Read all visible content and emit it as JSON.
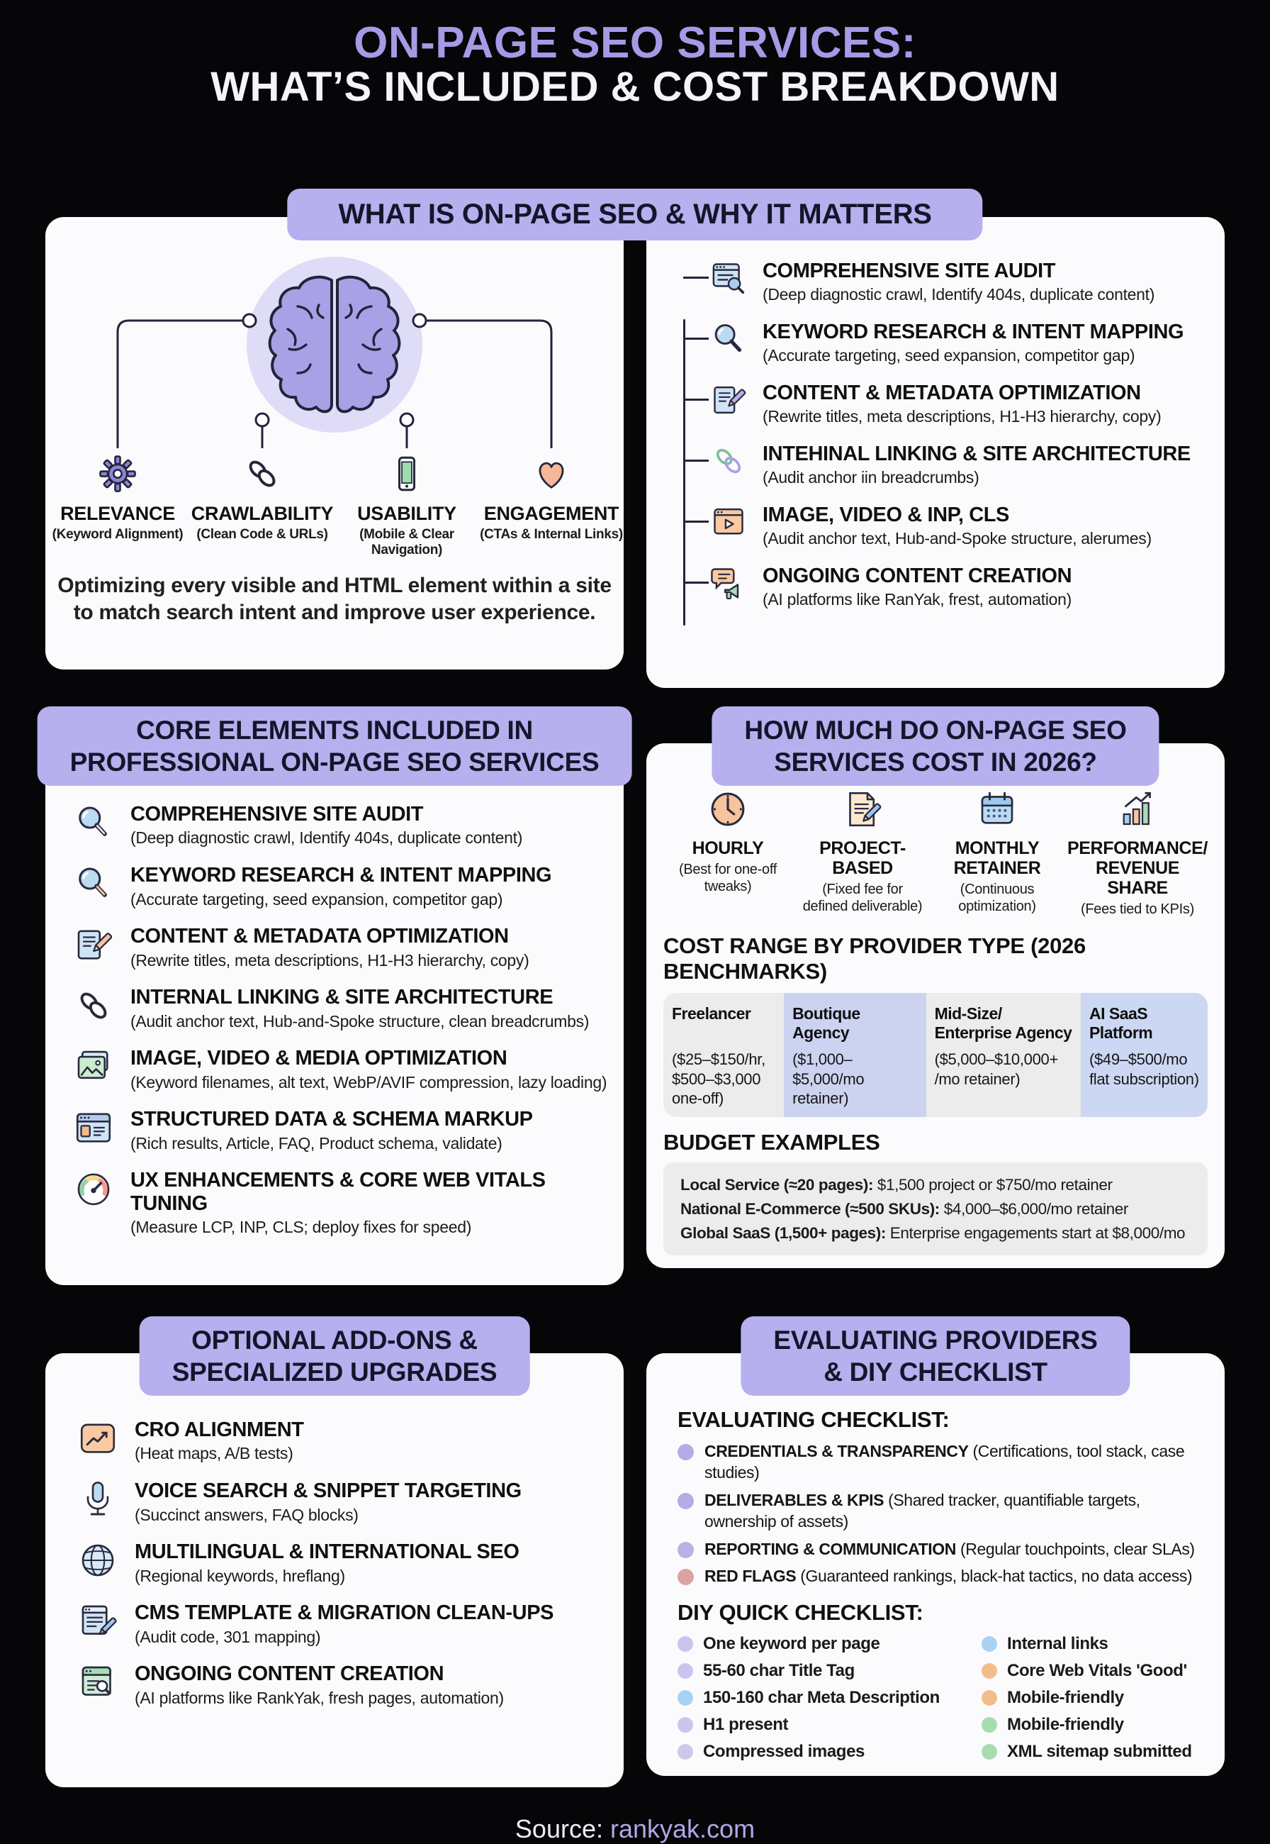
{
  "colors": {
    "accent_purple": "#b6b0ee",
    "title_purple": "#a49ae6",
    "link_purple": "#b3a6e8",
    "table_gray": "#ececec",
    "table_blue": "#ccd3f1",
    "dot_purple": "#b3ace5",
    "dot_lavender": "#c9c5ee",
    "dot_pink": "#dca3a3",
    "dot_blue": "#a9d2f2",
    "dot_orange": "#f4bc8a",
    "dot_green": "#a8dcb0"
  },
  "page": {
    "title_line1": "ON-PAGE SEO SERVICES:",
    "title_line2": "WHAT’S INCLUDED & COST BREAKDOWN",
    "footer_prefix": "Source: ",
    "footer_link": "rankyak.com"
  },
  "s1": {
    "banner": "WHAT IS ON-PAGE SEO & WHY IT MATTERS",
    "left": {
      "factors": [
        {
          "icon": "gear-icon",
          "label": "RELEVANCE",
          "sub": "(Keyword Alignment)"
        },
        {
          "icon": "chain-icon",
          "label": "CRAWLABILITY",
          "sub": "(Clean Code & URLs)"
        },
        {
          "icon": "phone-icon",
          "label": "USABILITY",
          "sub": "(Mobile & Clear Navigation)"
        },
        {
          "icon": "heart-icon",
          "label": "ENGAGEMENT",
          "sub": "(CTAs & Internal Links)"
        }
      ],
      "description_line1": "Optimizing every visible and HTML element within a site",
      "description_line2": "to match search intent and improve user experience."
    },
    "right": {
      "items": [
        {
          "icon": "browser-audit-icon",
          "title": "COMPREHENSIVE SITE AUDIT",
          "sub": "(Deep diagnostic crawl, Identify 404s, duplicate content)"
        },
        {
          "icon": "magnifier-icon",
          "title": "KEYWORD RESEARCH & INTENT MAPPING",
          "sub": "(Accurate targeting, seed expansion, competitor gap)"
        },
        {
          "icon": "note-pencil-icon",
          "title": "CONTENT & METADATA OPTIMIZATION",
          "sub": "(Rewrite titles, meta descriptions, H1-H3 hierarchy, copy)"
        },
        {
          "icon": "chain-links-icon",
          "title": "INTEHINAL LINKING & SITE ARCHITECTURE",
          "sub": "(Audit anchor iin breadcrumbs)"
        },
        {
          "icon": "video-player-icon",
          "title": "IMAGE, VIDEO & INP, CLS",
          "sub": "(Audit anchor text, Hub-and-Spoke structure, alerumes)"
        },
        {
          "icon": "chat-megaphone-icon",
          "title": "ONGOING CONTENT CREATION",
          "sub": "(AI platforms like RanYak, frest, automation)"
        }
      ]
    }
  },
  "s2": {
    "banner_line1": "CORE ELEMENTS INCLUDED IN",
    "banner_line2": "PROFESSIONAL ON-PAGE SEO SERVICES",
    "items": [
      {
        "icon": "magnifier-icon",
        "title": "COMPREHENSIVE SITE AUDIT",
        "sub": "(Deep diagnostic crawl, Identify 404s, duplicate content)"
      },
      {
        "icon": "magnifier-icon",
        "title": "KEYWORD RESEARCH & INTENT MAPPING",
        "sub": "(Accurate targeting, seed expansion, competitor gap)"
      },
      {
        "icon": "note-pencil-icon",
        "title": "CONTENT & METADATA OPTIMIZATION",
        "sub": "(Rewrite titles, meta descriptions, H1-H3 hierarchy, copy)"
      },
      {
        "icon": "chain-links-icon",
        "title": "INTERNAL LINKING & SITE ARCHITECTURE",
        "sub": "(Audit anchor text, Hub-and-Spoke structure, clean breadcrumbs)"
      },
      {
        "icon": "photos-icon",
        "title": "IMAGE, VIDEO & MEDIA OPTIMIZATION",
        "sub": "(Keyword filenames, alt text, WebP/AVIF compression, lazy loading)"
      },
      {
        "icon": "schema-browser-icon",
        "title": "STRUCTURED DATA & SCHEMA MARKUP",
        "sub": "(Rich results, Article, FAQ, Product schema, validate)"
      },
      {
        "icon": "gauge-icon",
        "title": "UX ENHANCEMENTS & CORE WEB VITALS TUNING",
        "sub": "(Measure LCP, INP, CLS; deploy fixes for speed)"
      }
    ]
  },
  "s3": {
    "banner_line1": "HOW MUCH DO ON-PAGE SEO",
    "banner_line2": "SERVICES COST IN 2026?",
    "models": [
      {
        "icon": "clock-icon",
        "label": "HOURLY",
        "sub": "(Best for one-off tweaks)"
      },
      {
        "icon": "document-pencil-icon",
        "label": "PROJECT-BASED",
        "sub": "(Fixed fee for defined deliverable)"
      },
      {
        "icon": "calendar-icon",
        "label": "MONTHLY RETAINER",
        "sub": "(Continuous optimization)"
      },
      {
        "icon": "growth-chart-icon",
        "label": "PERFORMANCE/ REVENUE SHARE",
        "sub": "(Fees tied to KPIs)"
      }
    ],
    "cost_range_title": "COST RANGE BY PROVIDER TYPE (2026 BENCHMARKS)",
    "providers": [
      {
        "name": "Freelancer",
        "price": "($25–$150/hr, $500–$3,000 one-off)"
      },
      {
        "name": "Boutique Agency",
        "price": "($1,000–$5,000/mo retainer)"
      },
      {
        "name": "Mid-Size/ Enterprise Agency",
        "price": "($5,000–$10,000+ /mo retainer)"
      },
      {
        "name": "AI SaaS Platform",
        "price": "($49–$500/mo flat subscription)"
      }
    ],
    "budget_title": "BUDGET EXAMPLES",
    "budget_examples": [
      {
        "lead": "Local Service (≈20 pages):",
        "rest": " $1,500 project or $750/mo retainer"
      },
      {
        "lead": "National E-Commerce (≈500 SKUs):",
        "rest": " $4,000–$6,000/mo retainer"
      },
      {
        "lead": "Global SaaS (1,500+ pages):",
        "rest": " Enterprise engagements start at $8,000/mo"
      }
    ]
  },
  "s4": {
    "banner_line1": "OPTIONAL ADD-ONS &",
    "banner_line2": "SPECIALIZED UPGRADES",
    "items": [
      {
        "icon": "cro-chart-icon",
        "title": "CRO ALIGNMENT",
        "sub": "(Heat maps, A/B tests)"
      },
      {
        "icon": "microphone-icon",
        "title": "VOICE SEARCH & SNIPPET TARGETING",
        "sub": "(Succinct answers, FAQ blocks)"
      },
      {
        "icon": "globe-icon",
        "title": "MULTILINGUAL & INTERNATIONAL SEO",
        "sub": "(Regional keywords, hreflang)"
      },
      {
        "icon": "cms-doc-icon",
        "title": "CMS TEMPLATE & MIGRATION CLEAN-UPS",
        "sub": "(Audit code, 301 mapping)"
      },
      {
        "icon": "browser-search-icon",
        "title": "ONGOING CONTENT CREATION",
        "sub": "(AI platforms like RankYak, fresh pages, automation)"
      }
    ]
  },
  "s5": {
    "banner_line1": "EVALUATING PROVIDERS",
    "banner_line2": "& DIY CHECKLIST",
    "eval_title": "EVALUATING CHECKLIST:",
    "eval_items": [
      {
        "dot": "#b3ace5",
        "lead": "CREDENTIALS & TRANSPARENCY",
        "rest": " (Certifications, tool stack, case studies)"
      },
      {
        "dot": "#b3ace5",
        "lead": "DELIVERABLES & KPIS",
        "rest": " (Shared tracker, quantifiable targets, ownership of assets)"
      },
      {
        "dot": "#b9b3e2",
        "lead": "REPORTING & COMMUNICATION",
        "rest": " (Regular touchpoints, clear SLAs)"
      },
      {
        "dot": "#dca3a3",
        "lead": "RED FLAGS",
        "rest": " (Guaranteed rankings, black-hat tactics, no data access)"
      }
    ],
    "diy_title": "DIY QUICK CHECKLIST:",
    "diy_left": [
      {
        "dot": "#c9c5ee",
        "text": "One keyword per page"
      },
      {
        "dot": "#c9c5ee",
        "text": "55-60 char Title Tag"
      },
      {
        "dot": "#a9d2f2",
        "text": "150-160 char Meta Description"
      },
      {
        "dot": "#c9c5ee",
        "text": "H1 present"
      },
      {
        "dot": "#ccc9e8",
        "text": "Compressed images"
      }
    ],
    "diy_right": [
      {
        "dot": "#a9d2f2",
        "text": "Internal links"
      },
      {
        "dot": "#f4bc8a",
        "text": "Core Web Vitals 'Good'"
      },
      {
        "dot": "#f4bc8a",
        "text": "Mobile-friendly"
      },
      {
        "dot": "#a8dcb0",
        "text": "Mobile-friendly"
      },
      {
        "dot": "#a8dcb0",
        "text": "XML sitemap submitted"
      }
    ]
  }
}
